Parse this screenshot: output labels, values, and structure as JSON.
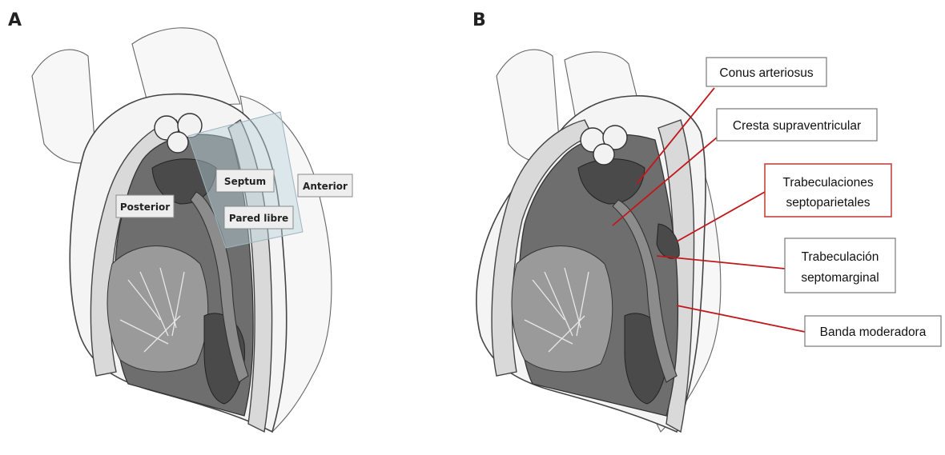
{
  "panels": [
    {
      "letter": "A",
      "labels": {
        "septum": "Septum",
        "anterior": "Anterior",
        "posterior": "Posterior",
        "pared_libre": "Pared libre"
      }
    },
    {
      "letter": "B",
      "labels": {
        "conus": "Conus arteriosus",
        "cresta": "Cresta supraventricular",
        "trab_septoparietales_1": "Trabeculaciones",
        "trab_septoparietales_2": "septoparietales",
        "trab_septomarginal_1": "Trabeculación",
        "trab_septomarginal_2": "septomarginal",
        "banda": "Banda moderadora"
      }
    }
  ],
  "colors": {
    "leader_line": "#c0181c",
    "highlight_box_border": "#c0392b",
    "overlay_tint": "#b9d3dc"
  }
}
